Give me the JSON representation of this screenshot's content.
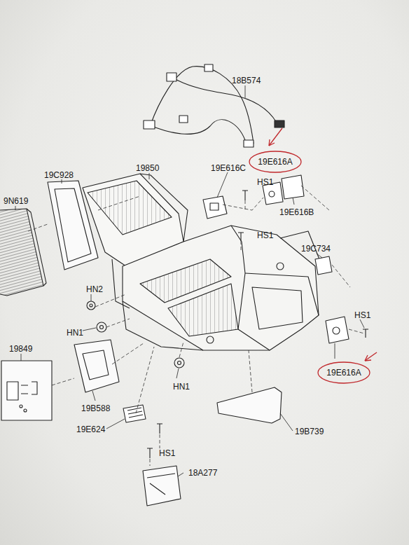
{
  "diagram": {
    "nodes": [
      {
        "text": [
          "19E616A"
        ]
      },
      {
        "text": [
          "19E616A"
        ]
      }
    ],
    "labels": [
      "18B574",
      "19850",
      "19E616C",
      "HS1",
      "19C928",
      "9N619",
      "19E616B",
      "HS1",
      "19C734",
      "HN2",
      "HN1",
      "HS1",
      "19849",
      "HN1",
      "19B588",
      "19E624",
      "19B739",
      "HS1",
      "18A277"
    ]
  }
}
